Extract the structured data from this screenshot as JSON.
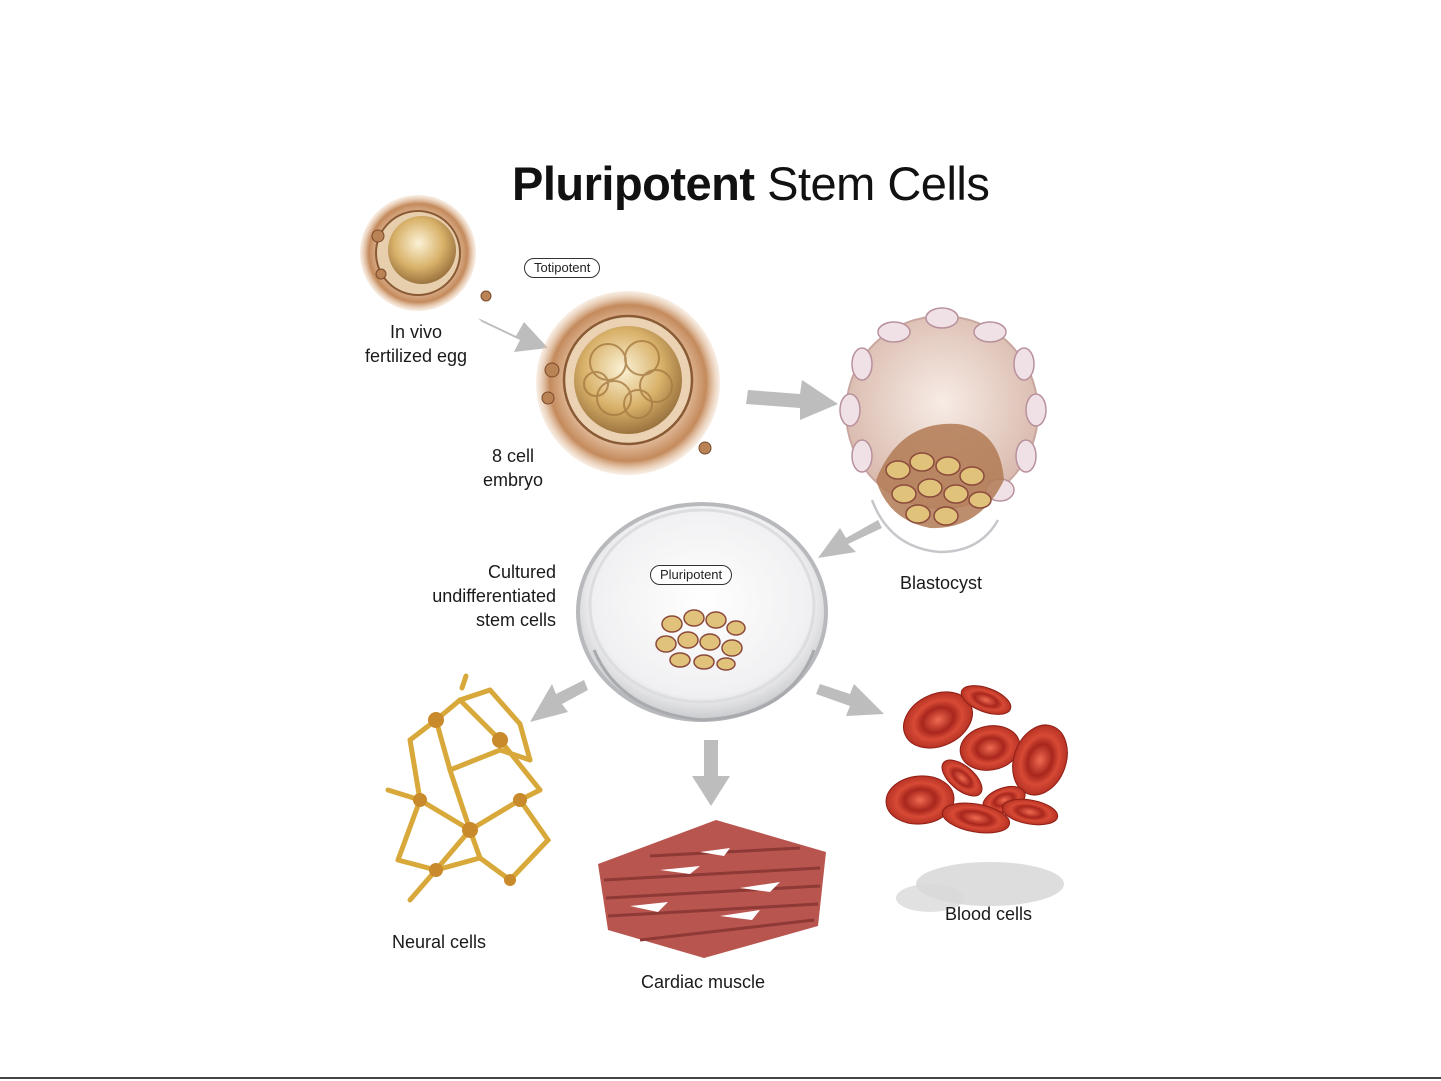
{
  "title": {
    "bold": "Pluripotent",
    "regular": "Stem Cells"
  },
  "badges": {
    "totipotent": "Totipotent",
    "pluripotent": "Pluripotent"
  },
  "labels": {
    "egg": [
      "In vivo",
      "fertilized egg"
    ],
    "embryo": [
      "8 cell",
      "embryo"
    ],
    "blastocyst": "Blastocyst",
    "cultured": [
      "Cultured",
      "undifferentiated",
      "stem cells"
    ],
    "neural": "Neural cells",
    "cardiac": "Cardiac muscle",
    "blood": "Blood cells"
  },
  "colors": {
    "arrow": "#bdbdbd",
    "shell": "#b07a4e",
    "yolk": "#d9b26a",
    "blood": "#c7382b",
    "muscle": "#b8554f",
    "neuron": "#d8a93a"
  }
}
